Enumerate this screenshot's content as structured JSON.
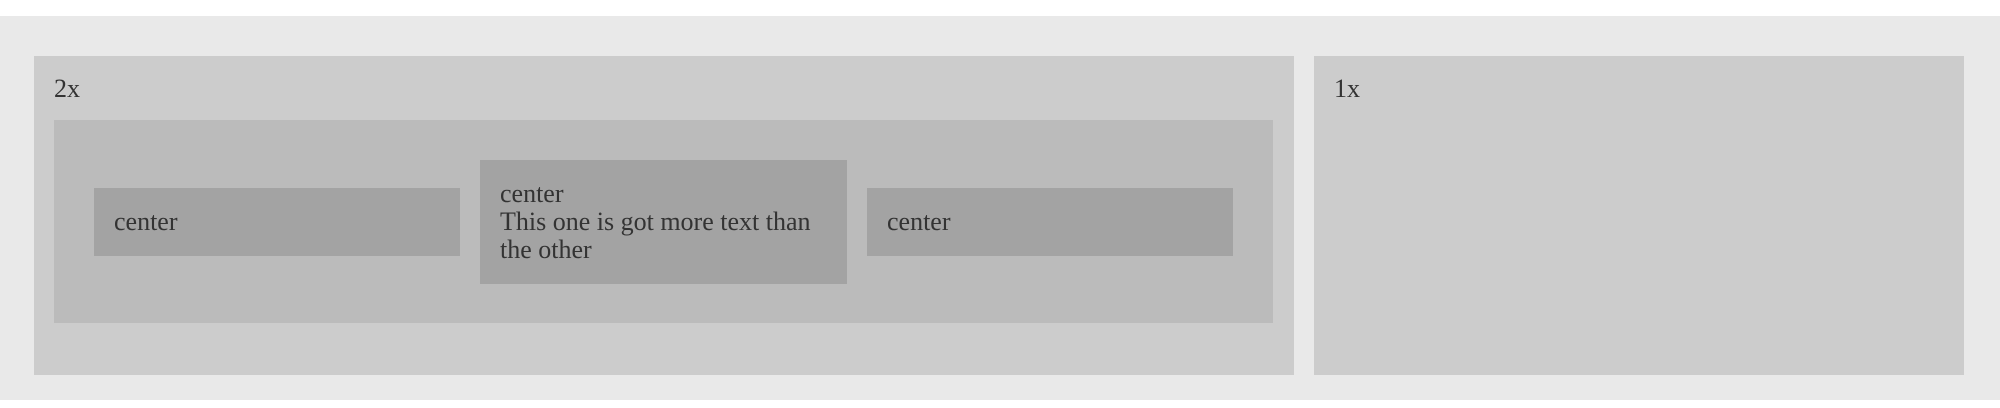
{
  "panels": {
    "left": {
      "label": "2x",
      "cells": [
        {
          "title": "center"
        },
        {
          "title": "center",
          "extra": "This one is got more text than the other"
        },
        {
          "title": "center"
        }
      ]
    },
    "right": {
      "label": "1x"
    }
  },
  "colors": {
    "outer_background": "#e9e9e9",
    "panel_background": "#cccccc",
    "inner_background": "#bbbbbb",
    "cell_background": "#a3a3a3",
    "text": "#333333"
  }
}
